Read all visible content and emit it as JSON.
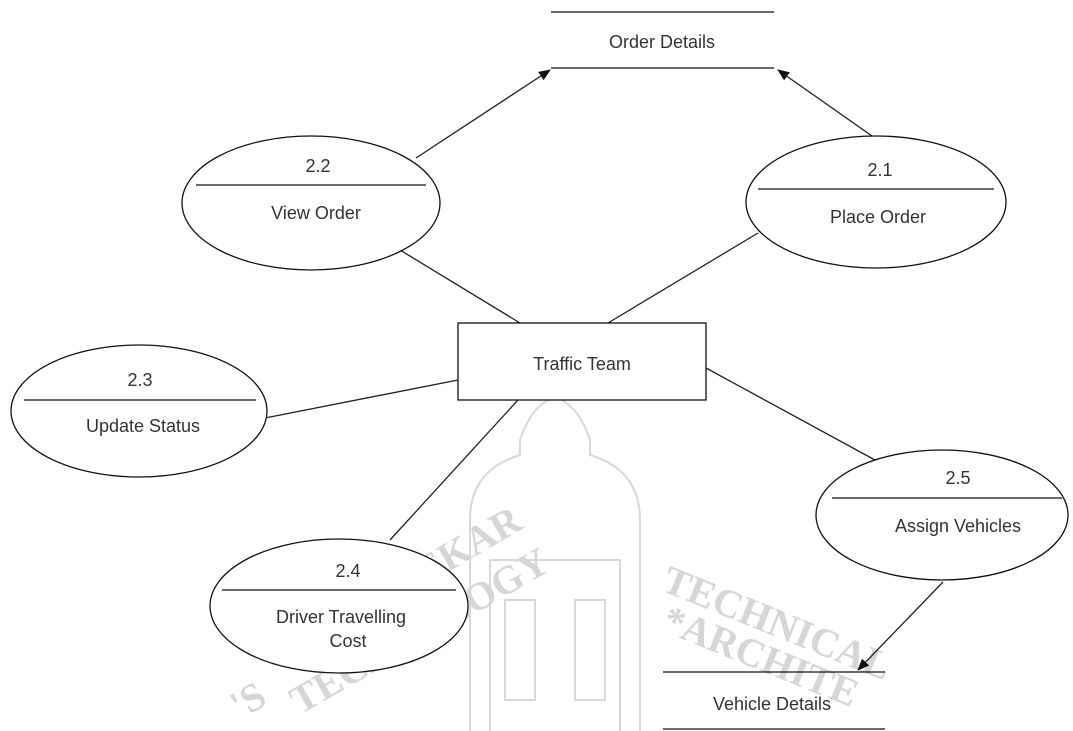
{
  "diagram": {
    "center_entity": {
      "label": "Traffic Team"
    },
    "processes": [
      {
        "id": "2.1",
        "label": "Place Order"
      },
      {
        "id": "2.2",
        "label": "View Order"
      },
      {
        "id": "2.3",
        "label": "Update Status"
      },
      {
        "id": "2.4",
        "label": "Driver Travelling",
        "label2": "Cost"
      },
      {
        "id": "2.5",
        "label": "Assign Vehicles"
      }
    ],
    "data_stores": [
      {
        "label": "Order Details"
      },
      {
        "label": "Vehicle Details"
      }
    ],
    "watermark": {
      "text1": "TECHNICAL",
      "text2": "*ARCHITE",
      "text3": "KALSEKAR",
      "text4": "'S",
      "text5": "TECHNOLOGY"
    }
  }
}
